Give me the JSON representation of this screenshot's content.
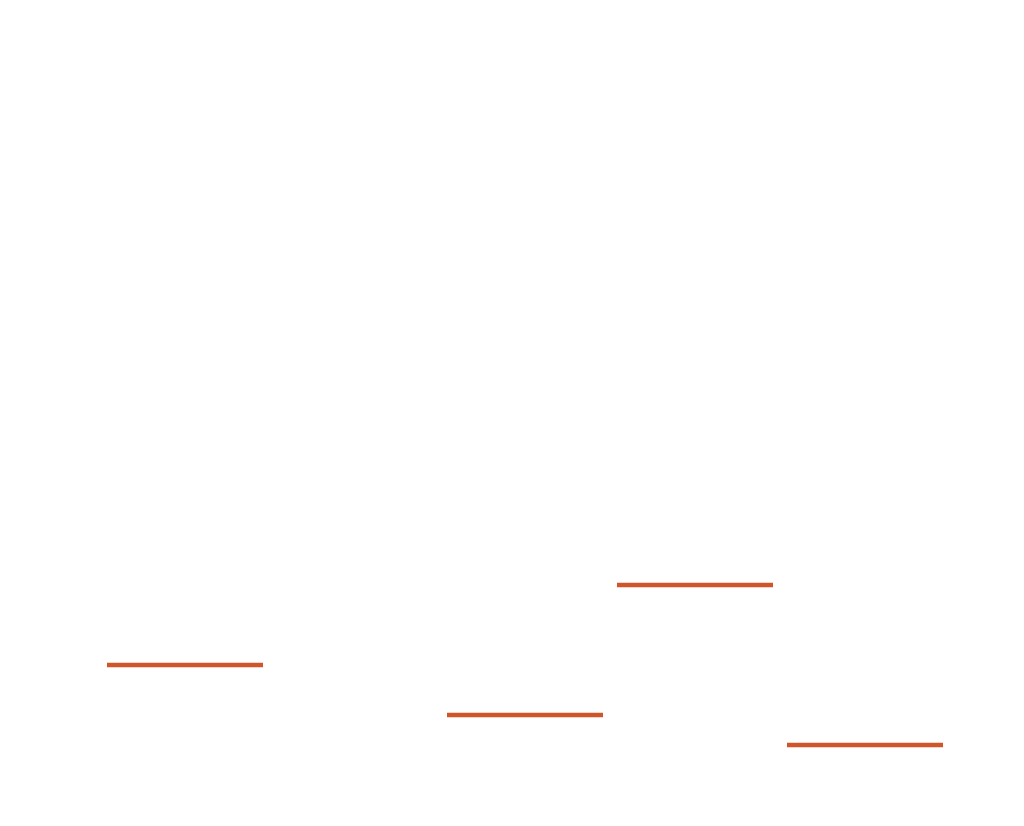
{
  "chart_data": {
    "type": "scatter",
    "marker": "horizontal-line",
    "color": "#d0562a",
    "title": "",
    "xlabel": "",
    "ylabel": "",
    "grid": false,
    "axes_visible": false,
    "x": [
      1,
      5,
      4,
      3
    ],
    "y": [
      8,
      4,
      12,
      5.5
    ],
    "xlim": [
      0,
      6
    ],
    "ylim": [
      0,
      40
    ]
  }
}
